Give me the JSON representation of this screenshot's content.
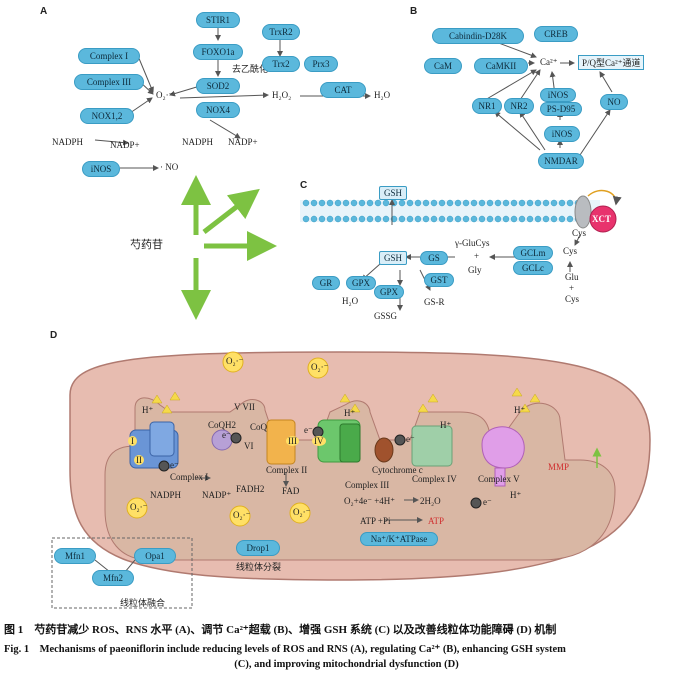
{
  "panels": {
    "a": "A",
    "b": "B",
    "c": "C",
    "d": "D"
  },
  "center_label": "芍药苷",
  "panel_a": {
    "complex_i": "Complex I",
    "complex_iii": "Complex III",
    "nox12": "NOX1,2",
    "stir1": "STIR1",
    "foxo1a": "FOXO1a",
    "deacetylation": "去乙酰化",
    "sod2": "SOD2",
    "nox4": "NOX4",
    "trxr2": "TrxR2",
    "trx2": "Trx2",
    "prx3": "Prx3",
    "cat": "CAT",
    "o2": "O₂·⁻",
    "h2o2": "H₂O₂",
    "h2o": "H₂O",
    "nadph_1": "NADPH",
    "nadp_1": "NADP+",
    "nadph_2": "NADPH",
    "nadp_2": "NADP+",
    "inos": "iNOS",
    "no": "· NO"
  },
  "panel_b": {
    "cabindin": "Cabindin-D28K",
    "creb": "CREB",
    "cam": "CaM",
    "camkii": "CaMKII",
    "ca": "Ca²⁺",
    "pq": "P/Q型Ca²⁺通道",
    "nr1": "NR1",
    "nr2": "NR2",
    "inos_1": "iNOS",
    "psd95": "PS-D95",
    "no": "NO",
    "inos_2": "iNOS",
    "nmdar": "NMDAR"
  },
  "panel_c": {
    "gsh_top": "GSH",
    "xct": "XCT",
    "gsh_mid": "GSH",
    "gs": "GS",
    "gamma": "γ-GluCys",
    "plus_1": "+",
    "gly": "Gly",
    "gclm": "GCLm",
    "gclc": "GCLc",
    "cys_1": "Cys",
    "cys_2": "Cys",
    "glu": "Glu",
    "plus_2": "+",
    "cys_3": "Cys",
    "gr": "GR",
    "gpx_1": "GPX",
    "gpx_2": "GPX",
    "gst": "GST",
    "h2o": "H₂O",
    "gssg": "GSSG",
    "gsr": "GS-R"
  },
  "panel_d": {
    "hplus_1": "H⁺",
    "hplus_2": "H⁺",
    "hplus_3": "H⁺",
    "hplus_4": "H⁺",
    "hplus_5": "H⁺",
    "o2_1": "O₂·⁻",
    "o2_2": "O₂·⁻",
    "o2_3": "O₂·⁻",
    "o2_4": "O₂·⁻",
    "o2_5": "O₂·⁻",
    "v_vii": "V VII",
    "coqh2": "CoQH2",
    "coq": "CoQ",
    "vi": "VI",
    "roman_i": "I",
    "roman_ii": "II",
    "roman_iii": "III",
    "roman_iv": "IV",
    "complex_i": "Complex I",
    "complex_ii": "Complex II",
    "complex_iii": "Complex III",
    "cyt_c": "Cytochrome c",
    "complex_iv": "Complex IV",
    "complex_v": "Complex V",
    "nadph": "NADPH",
    "nadp": "NADP⁺",
    "fadh2": "FADH2",
    "fad": "FAD",
    "reaction": "O₂+4e⁻ +4H⁺",
    "h2o": "2H₂O",
    "atp_pi": "ATP +Pi",
    "atp": "ATP",
    "atpase": "Na⁺/K⁺ATPase",
    "mmp": "MMP",
    "drop1": "Drop1",
    "fission": "线粒体分裂",
    "mfn1": "Mfn1",
    "opa1": "Opa1",
    "mfn2": "Mfn2",
    "fusion": "线粒体融合",
    "e_1": "e⁻",
    "e_2": "e⁻",
    "e_3": "e⁻",
    "e_4": "e⁻",
    "e_5": "e⁻"
  },
  "caption": {
    "cn": "图 1　芍药苷减少 ROS、RNS 水平 (A)、调节 Ca²⁺超载 (B)、增强 GSH 系统 (C) 以及改善线粒体功能障碍 (D) 机制",
    "en1": "Fig. 1　Mechanisms of paeoniflorin include reducing levels of ROS and RNS (A), regulating Ca²⁺ (B), enhancing GSH system",
    "en2": "(C), and improving mitochondrial dysfunction (D)"
  },
  "colors": {
    "pill": "#5bb8dc",
    "arrow_green": "#7dc242",
    "mito_outer": "#e7bcb0",
    "mito_inner": "#d9b7a4"
  }
}
